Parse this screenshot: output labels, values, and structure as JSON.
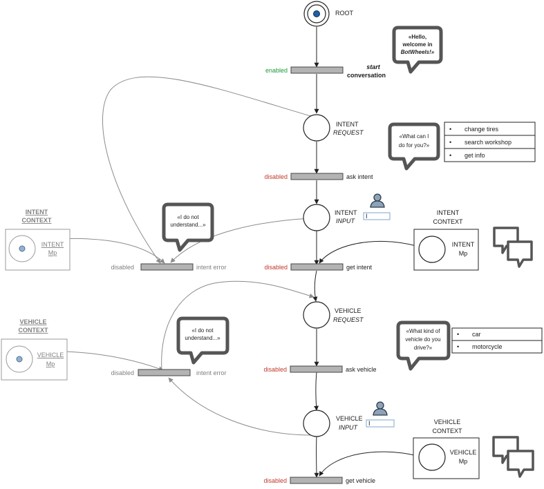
{
  "colors": {
    "enabled": "#1a9a3a",
    "disabled": "#c0392b",
    "token": "#1f5fa8",
    "bar": "#b3b3b3",
    "bubble_stroke": "#555555"
  },
  "root": {
    "label": "ROOT"
  },
  "start": {
    "status": "enabled",
    "label_line1": "start",
    "label_line2": "conversation",
    "bubble": [
      "«Hello,",
      "welcome in",
      "BotWheels!»"
    ]
  },
  "intent_request": {
    "line1": "INTENT",
    "line2": "REQUEST",
    "bubble": [
      "«What can I",
      "do for you?»"
    ],
    "options": [
      "change tires",
      "search workshop",
      "get info"
    ]
  },
  "ask_intent": {
    "status": "disabled",
    "label": "ask intent"
  },
  "intent_input": {
    "line1": "INTENT",
    "line2": "INPUT",
    "field_value": "I"
  },
  "intent_error": {
    "status": "disabled",
    "label": "intent error",
    "bubble": [
      "«I do not",
      "understand...»"
    ]
  },
  "intent_context_left": {
    "title_line1": "INTENT",
    "title_line2": "CONTEXT",
    "place_line1": "INTENT",
    "place_line2": "Mp"
  },
  "intent_context_right": {
    "title_line1": "INTENT",
    "title_line2": "CONTEXT",
    "place_line1": "INTENT",
    "place_line2": "Mp"
  },
  "get_intent": {
    "status": "disabled",
    "label": "get intent"
  },
  "vehicle_request": {
    "line1": "VEHICLE",
    "line2": "REQUEST",
    "bubble": [
      "«What kind of",
      "vehicle do you",
      "drive?»"
    ],
    "options": [
      "car",
      "motorcycle"
    ]
  },
  "vehicle_error": {
    "status": "disabled",
    "label": "intent error",
    "bubble": [
      "«I do not",
      "understand...»"
    ]
  },
  "vehicle_context_left": {
    "title_line1": "VEHICLE",
    "title_line2": "CONTEXT",
    "place_line1": "VEHICLE",
    "place_line2": "Mp"
  },
  "vehicle_context_right": {
    "title_line1": "VEHICLE",
    "title_line2": "CONTEXT",
    "place_line1": "VEHICLE",
    "place_line2": "Mp"
  },
  "ask_vehicle": {
    "status": "disabled",
    "label": "ask vehicle"
  },
  "vehicle_input": {
    "line1": "VEHICLE",
    "line2": "INPUT",
    "field_value": "I"
  },
  "get_vehicle": {
    "status": "disabled",
    "label": "get vehicle"
  },
  "icons": {
    "user": "user-icon",
    "chat": "chat-bubbles-icon",
    "speech": "speech-bubble-icon",
    "bullet": "•"
  }
}
